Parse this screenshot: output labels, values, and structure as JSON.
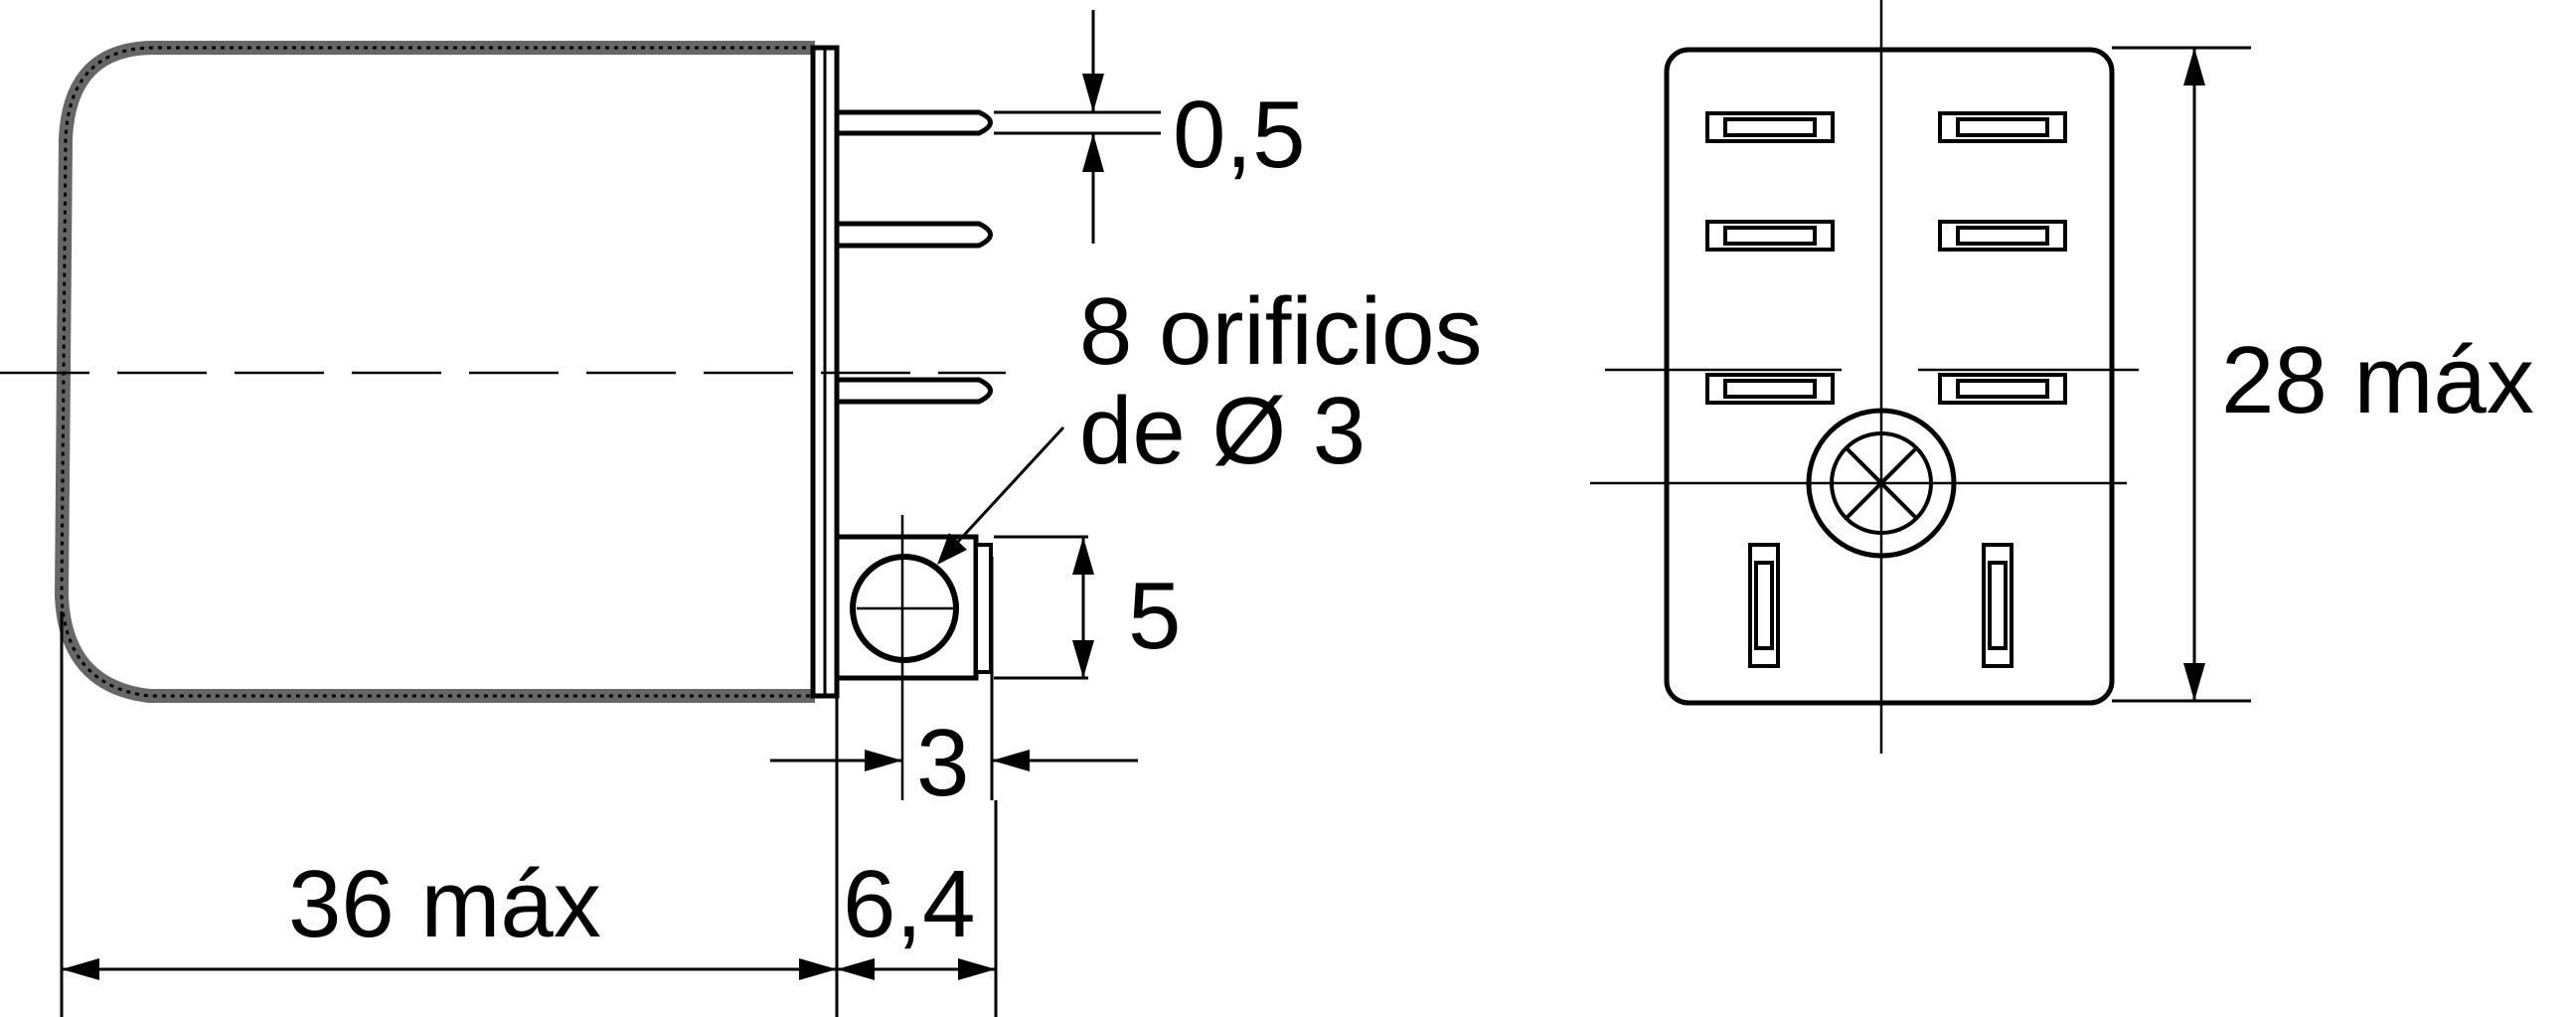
{
  "labels": {
    "pin_thickness": "0,5",
    "holes_line1": "8 orificios",
    "holes_line2": "de Ø 3",
    "mount_height": "5",
    "hole_offset": "3",
    "body_length": "36 máx",
    "mount_depth": "6,4",
    "height": "28 máx"
  },
  "views": {
    "side": {
      "pins": 3,
      "mounting_tab": true
    },
    "bottom": {
      "flat_contacts": 6,
      "vertical_contacts": 2,
      "center_marker": "circle-cross"
    }
  },
  "colors": {
    "line": "#000000",
    "background": "#ffffff"
  }
}
